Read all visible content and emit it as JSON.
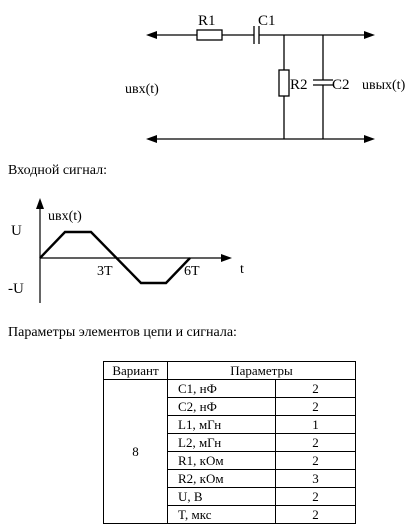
{
  "circuit": {
    "r1": "R1",
    "c1": "C1",
    "r2": "R2",
    "c2": "C2",
    "input_label": "uвх(t)",
    "output_label": "uвых(t)"
  },
  "input_signal": {
    "heading": "Входной сигнал:",
    "axis_label": "uвх(t)",
    "u_pos": "U",
    "u_neg": "-U",
    "t_3": "3T",
    "t_6": "6T",
    "t_axis": "t"
  },
  "params": {
    "heading": "Параметры элементов цепи и сигнала:",
    "header_variant": "Вариант",
    "header_params": "Параметры",
    "variant": "8",
    "rows": [
      {
        "name": "C1, нФ",
        "value": "2"
      },
      {
        "name": "C2, нФ",
        "value": "2"
      },
      {
        "name": "L1, мГн",
        "value": "1"
      },
      {
        "name": "L2, мГн",
        "value": "2"
      },
      {
        "name": "R1, кОм",
        "value": "2"
      },
      {
        "name": "R2, кОм",
        "value": "3"
      },
      {
        "name": "U, В",
        "value": "2"
      },
      {
        "name": "T, мкс",
        "value": "2"
      }
    ]
  }
}
